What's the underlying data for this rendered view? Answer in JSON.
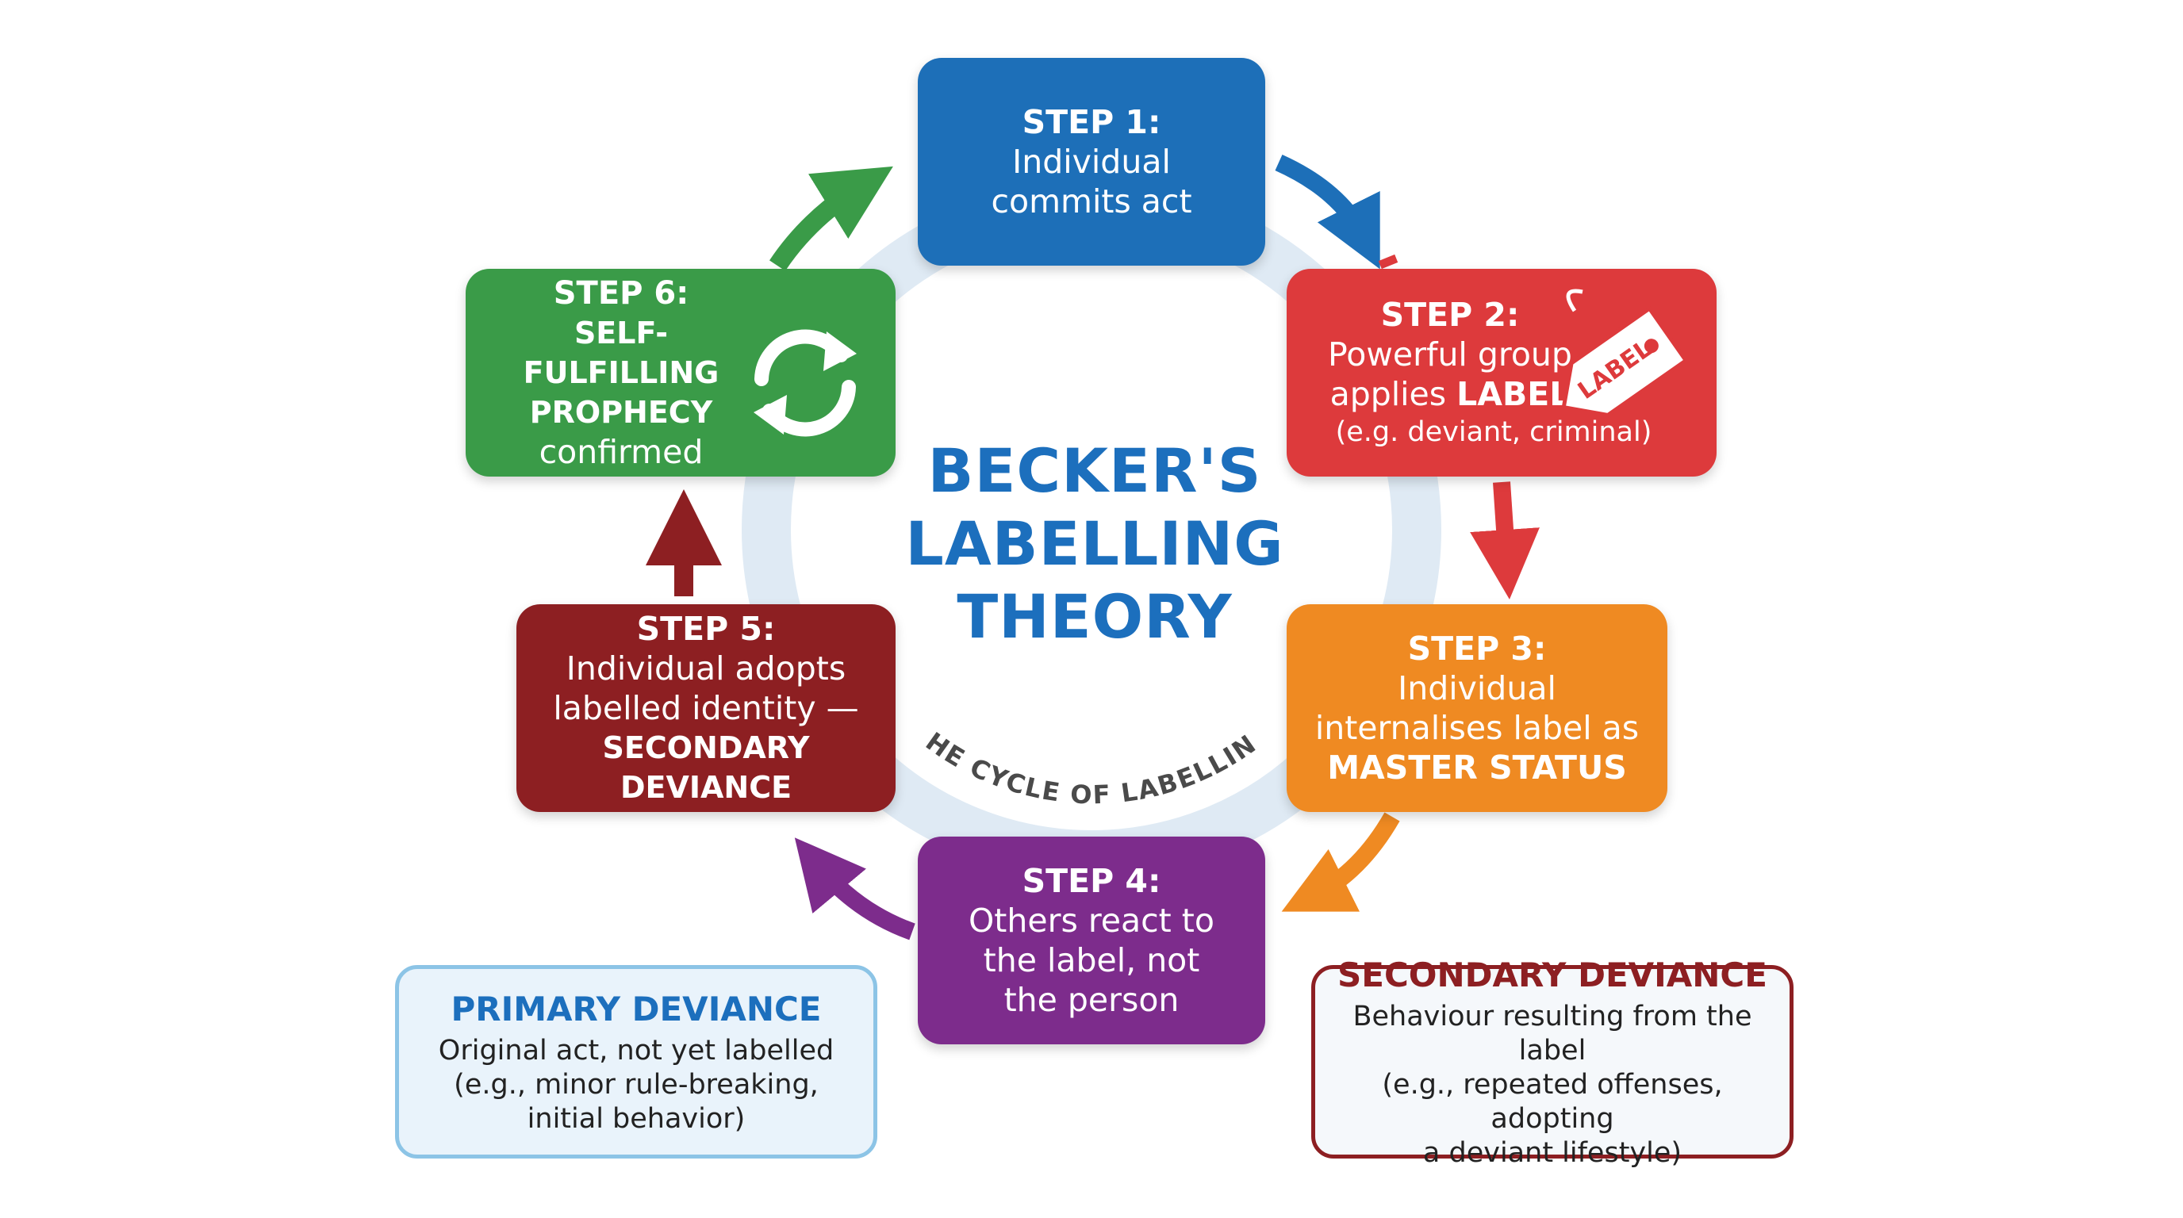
{
  "title": {
    "line1": "BECKER'S",
    "line2": "LABELLING",
    "line3": "THEORY"
  },
  "cycle_caption": "THE CYCLE OF LABELLING",
  "steps": [
    {
      "heading": "STEP 1:",
      "text": "Individual commits act",
      "color": "#1d6fb8"
    },
    {
      "heading": "STEP 2:",
      "text1": "Powerful group",
      "text2a": "applies",
      "text2b": "LABEL",
      "text3": "(e.g. deviant, criminal)",
      "icon": "label-tag-icon",
      "tag_text": "LABEL",
      "color": "#dd3a3c"
    },
    {
      "heading": "STEP 3:",
      "text1": "Individual",
      "text2": "internalises label as",
      "emphasis": "MASTER STATUS",
      "color": "#ef8a22"
    },
    {
      "heading": "STEP 4:",
      "text": "Others react to the label, not the person",
      "color": "#7d2c8c"
    },
    {
      "heading": "STEP 5:",
      "text1": "Individual adopts",
      "text2": "labelled identity —",
      "emphasis": "SECONDARY DEVIANCE",
      "color": "#8d1f22"
    },
    {
      "heading": "STEP 6:",
      "emphasis1": "SELF-FULFILLING",
      "emphasis2": "PROPHECY",
      "text": "confirmed",
      "icon": "cycle-arrows-icon",
      "color": "#3a9b48"
    }
  ],
  "notes": {
    "primary": {
      "heading": "PRIMARY DEVIANCE",
      "line1": "Original act, not yet labelled",
      "line2": "(e.g., minor rule-breaking,",
      "line3": "initial behavior)",
      "color": "#1c6fbd"
    },
    "secondary": {
      "heading": "SECONDARY DEVIANCE",
      "line1": "Behaviour resulting from the label",
      "line2": "(e.g., repeated offenses, adopting",
      "line3": "a deviant lifestyle)",
      "color": "#8d1f22"
    }
  }
}
